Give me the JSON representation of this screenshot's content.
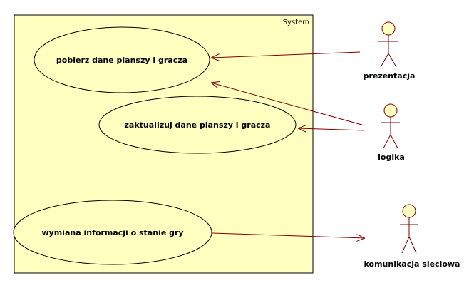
{
  "system": {
    "label": "System"
  },
  "use_cases": [
    {
      "id": "uc1",
      "label": "pobierz dane planszy i gracza"
    },
    {
      "id": "uc2",
      "label": "zaktualizuj dane planszy i gracza"
    },
    {
      "id": "uc3",
      "label": "wymiana informacji o stanie gry"
    }
  ],
  "actors": [
    {
      "id": "a1",
      "label": "prezentacja"
    },
    {
      "id": "a2",
      "label": "logika"
    },
    {
      "id": "a3",
      "label": "komunikacja sieciowa"
    }
  ],
  "colors": {
    "system_fill": "#FFFFC0",
    "system_border": "#000000",
    "usecase_fill": "#FFFFC0",
    "actor_fill": "#FFFFC0",
    "actor_stroke": "#800000",
    "association": "#800000"
  }
}
